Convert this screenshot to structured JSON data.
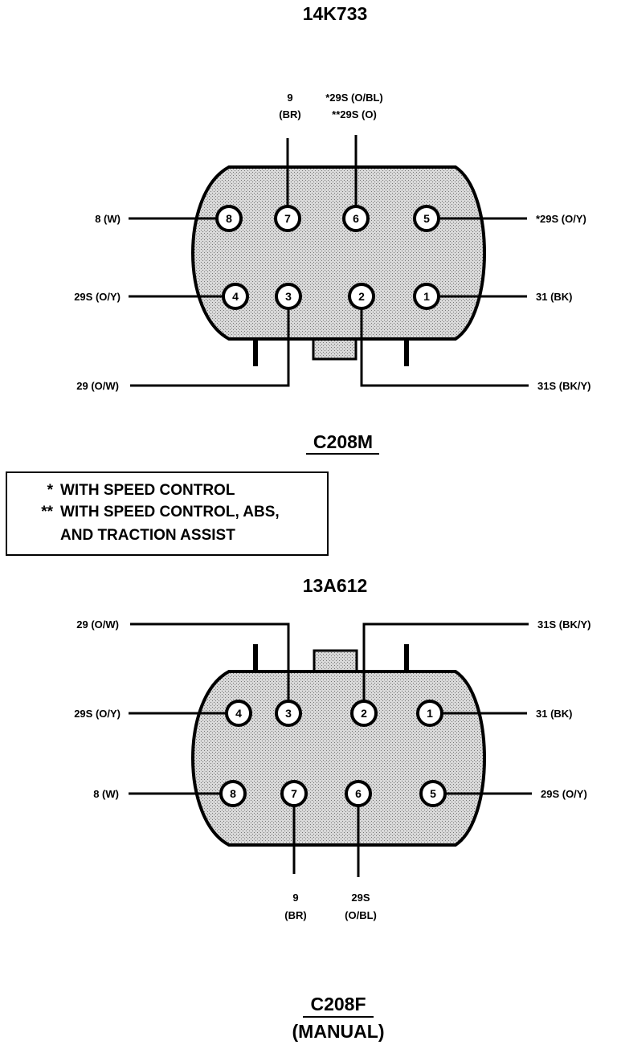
{
  "top": {
    "part_number": "14K733",
    "connector_id": "C208M",
    "pins": [
      "1",
      "2",
      "3",
      "4",
      "5",
      "6",
      "7",
      "8"
    ],
    "labels": {
      "pin7_num": "9",
      "pin7_color": "(BR)",
      "pin6_a": "*29S (O/BL)",
      "pin6_b": "**29S (O)",
      "pin8": "8 (W)",
      "pin5": "*29S (O/Y)",
      "pin4": "29S (O/Y)",
      "pin1": "31 (BK)",
      "pin3": "29 (O/W)",
      "pin2": "31S (BK/Y)"
    }
  },
  "legend": {
    "line1_mark": "*",
    "line1_text": "WITH SPEED CONTROL",
    "line2_mark": "**",
    "line2_text": "WITH SPEED CONTROL, ABS,",
    "line3_text": "AND TRACTION ASSIST"
  },
  "bottom": {
    "part_number": "13A612",
    "connector_id": "C208F",
    "connector_sub": "(MANUAL)",
    "pins": [
      "1",
      "2",
      "3",
      "4",
      "5",
      "6",
      "7",
      "8"
    ],
    "labels": {
      "pin3": "29 (O/W)",
      "pin2": "31S (BK/Y)",
      "pin4": "29S (O/Y)",
      "pin1": "31 (BK)",
      "pin8": "8 (W)",
      "pin5": "29S (O/Y)",
      "pin7_num": "9",
      "pin7_color": "(BR)",
      "pin6_num": "29S",
      "pin6_color": "(O/BL)"
    }
  },
  "colors": {
    "ink": "#000000",
    "housing_fill": "#c8c8c8",
    "pin_fill": "#ffffff"
  }
}
